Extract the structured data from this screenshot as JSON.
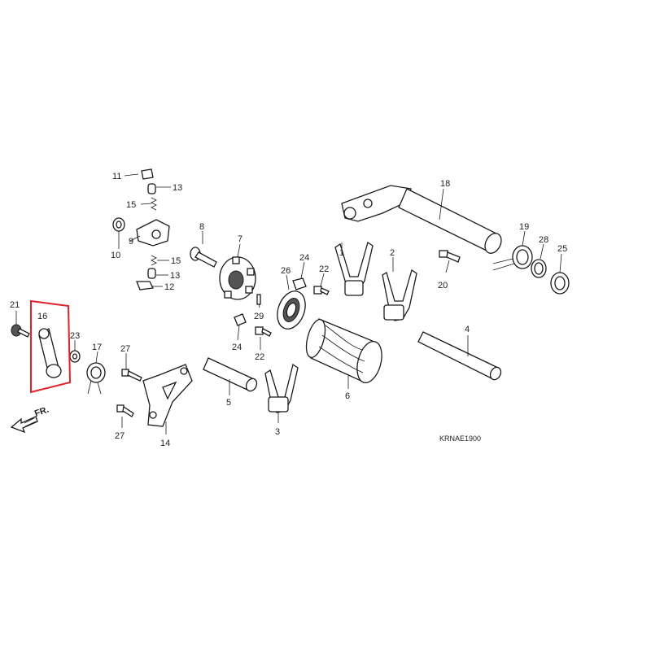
{
  "diagram_code": "KRNAE1900",
  "direction_label": "FR.",
  "callouts": {
    "p1": "1",
    "p2": "2",
    "p3": "3",
    "p4": "4",
    "p5": "5",
    "p6": "6",
    "p7": "7",
    "p8": "8",
    "p9": "9",
    "p10": "10",
    "p11": "11",
    "p12": "12",
    "p13a": "13",
    "p13b": "13",
    "p14": "14",
    "p15a": "15",
    "p15b": "15",
    "p16": "16",
    "p17": "17",
    "p18": "18",
    "p19": "19",
    "p20": "20",
    "p21": "21",
    "p22a": "22",
    "p22b": "22",
    "p23": "23",
    "p24a": "24",
    "p24b": "24",
    "p25": "25",
    "p26": "26",
    "p27a": "27",
    "p27b": "27",
    "p28": "28",
    "p29": "29"
  },
  "highlight_color": "#e0202a"
}
